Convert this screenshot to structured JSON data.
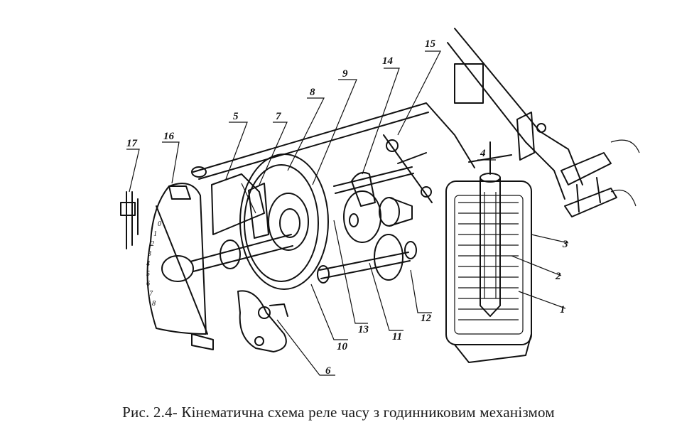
{
  "labels": [
    "1",
    "2",
    "3",
    "4",
    "5",
    "6",
    "7",
    "8",
    "9",
    "10",
    "11",
    "12",
    "13",
    "14",
    "15",
    "16",
    "17"
  ],
  "dial_marks": [
    "0",
    "1",
    "2",
    "3",
    "4",
    "5",
    "6",
    "7",
    "8"
  ],
  "caption": "Рис. 2.4- Кінематична схема реле часу з годинниковим механізмом"
}
